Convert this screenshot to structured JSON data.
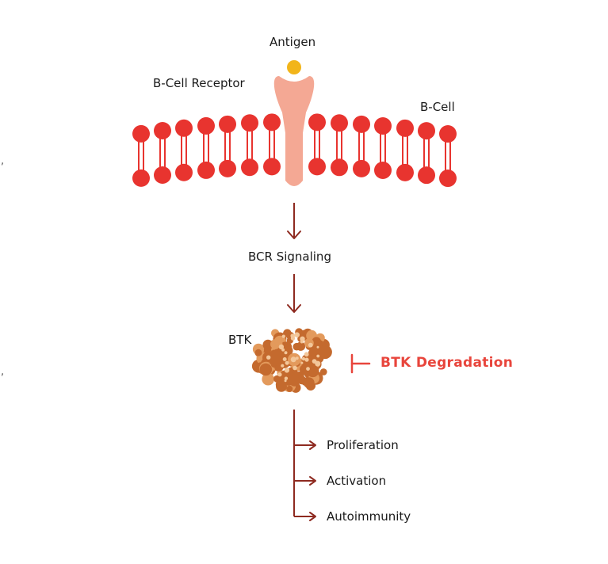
{
  "labels": {
    "antigen": "Antigen",
    "receptor": "B-Cell Receptor",
    "cell": "B-Cell",
    "signaling": "BCR Signaling",
    "btk": "BTK",
    "degradation": "BTK Degradation"
  },
  "outcomes": [
    "Proliferation",
    "Activation",
    "Autoimmunity"
  ],
  "colors": {
    "lipid": "#e8342f",
    "receptor": "#f4a894",
    "antigen": "#f2b51a",
    "arrow": "#8e2a20",
    "protein": "#c46a2e",
    "inhibitor": "#e8453c"
  }
}
